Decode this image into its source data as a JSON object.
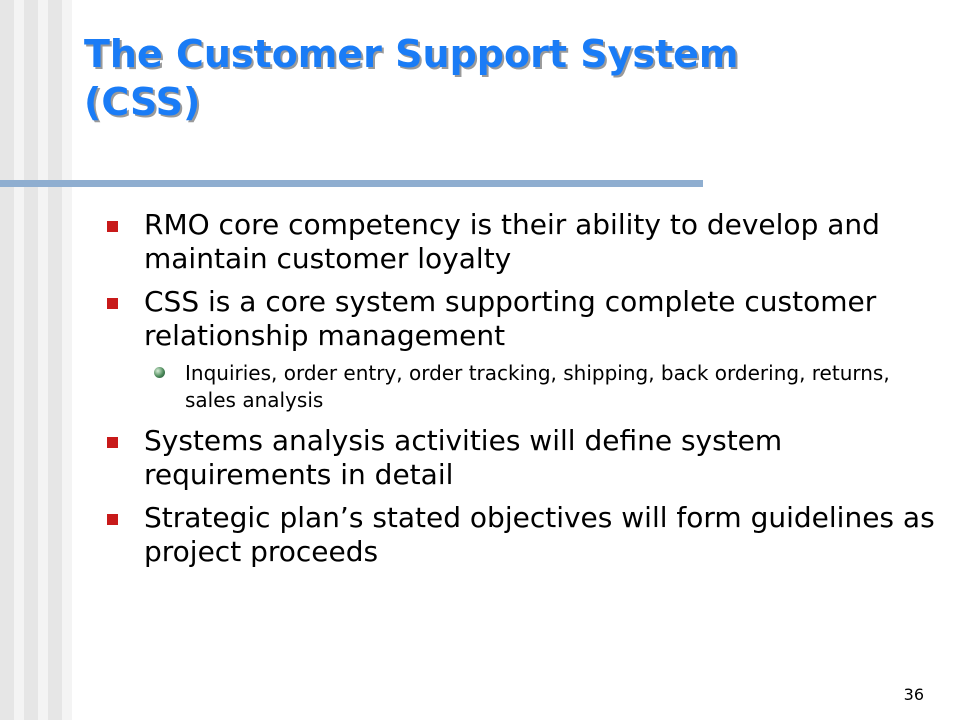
{
  "slide": {
    "title_line1": "The Customer Support System",
    "title_line2": "(CSS)",
    "bullets": [
      {
        "text": "RMO core competency is their ability to develop and maintain customer loyalty"
      },
      {
        "text": "CSS is a core system supporting complete customer relationship management"
      },
      {
        "text": "Inquiries, order entry, order tracking, shipping, back ordering, returns, sales analysis"
      },
      {
        "text": "Systems analysis activities will define system requirements in detail"
      },
      {
        "text": "Strategic plan’s stated objectives will form guidelines as project proceeds"
      }
    ],
    "page_number": "36"
  },
  "colors": {
    "title": "#1a7cf6",
    "rule": "#8faed0",
    "bullet": "#c81a1a"
  }
}
